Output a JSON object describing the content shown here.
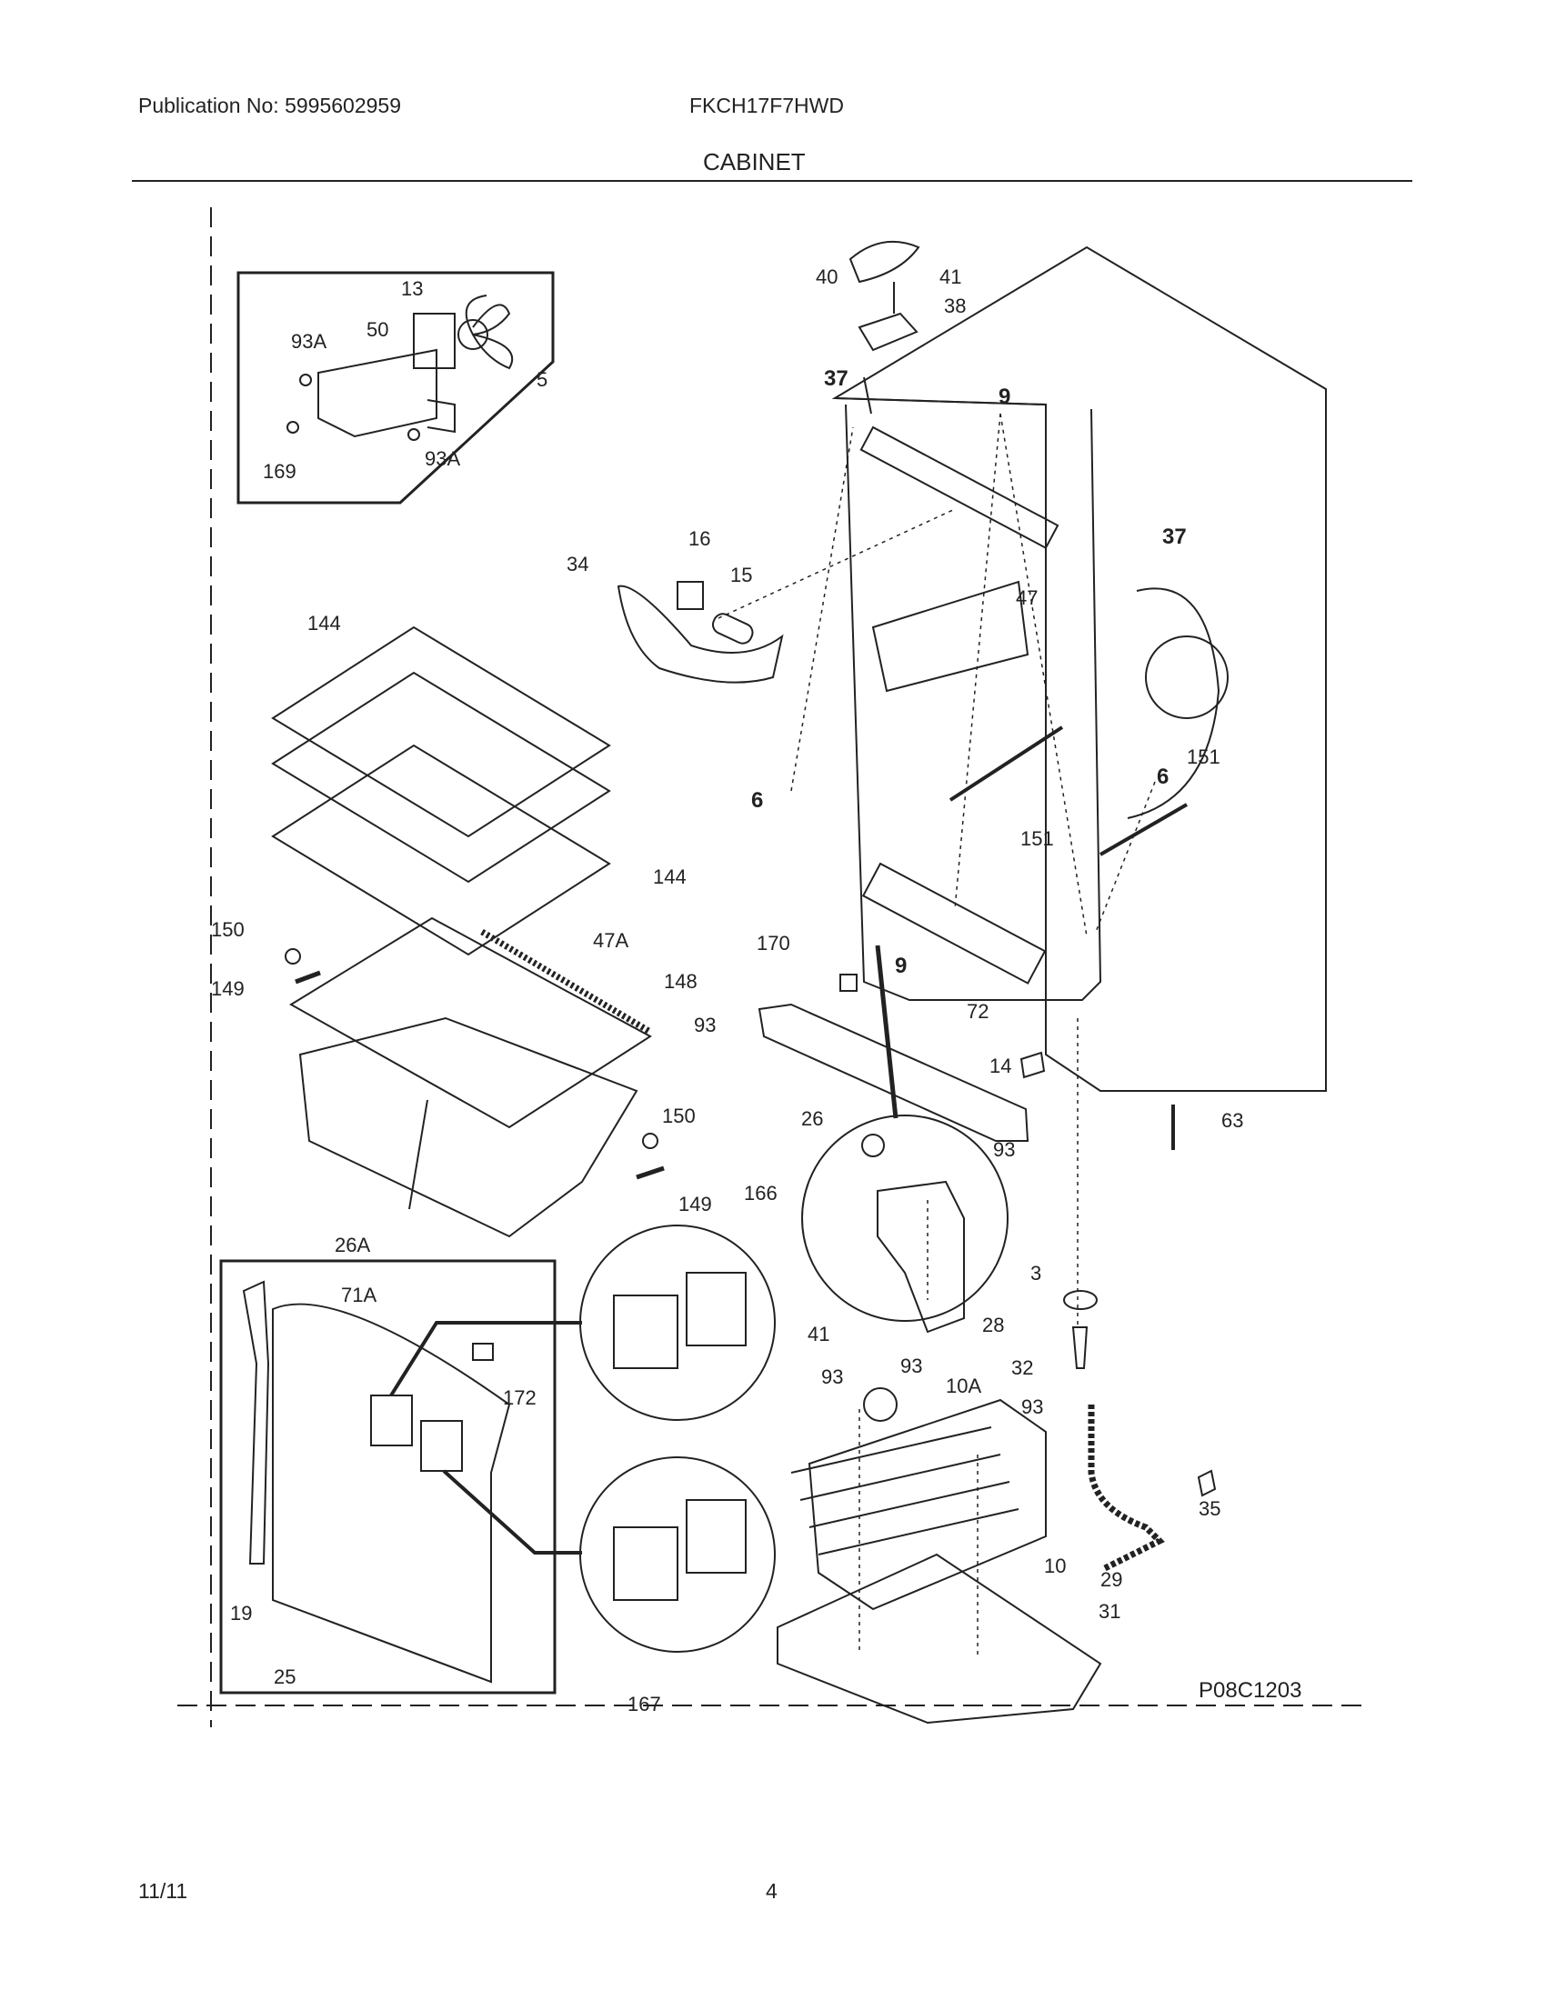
{
  "header": {
    "publication": "Publication No: 5995602959",
    "model": "FKCH17F7HWD",
    "section_title": "CABINET"
  },
  "diagram_code": "P08C1203",
  "part_labels": {
    "p40": "40",
    "p41_top": "41",
    "p38": "38",
    "p37_left": "37",
    "p37_right": "37",
    "p9_top": "9",
    "p9_bottom": "9",
    "p47": "47",
    "p16": "16",
    "p15": "15",
    "p34": "34",
    "p6_left": "6",
    "p6_right": "6",
    "p151_right": "151",
    "p151_mid": "151",
    "p13": "13",
    "p93A_top": "93A",
    "p50": "50",
    "p5": "5",
    "p169": "169",
    "p93A_bottom": "93A",
    "p144_top": "144",
    "p144_right": "144",
    "p150_left": "150",
    "p149_left": "149",
    "p47A": "47A",
    "p148": "148",
    "p150_right": "150",
    "p149_right": "149",
    "p26A": "26A",
    "p170": "170",
    "p93_a": "93",
    "p72": "72",
    "p14": "14",
    "p63": "63",
    "p26": "26",
    "p93_b": "93",
    "p166": "166",
    "p41_bottom": "41",
    "p28": "28",
    "p3": "3",
    "p32": "32",
    "p71A": "71A",
    "p172": "172",
    "p19": "19",
    "p25": "25",
    "p167": "167",
    "p93_c": "93",
    "p93_d": "93",
    "p10A": "10A",
    "p93_e": "93",
    "p10": "10",
    "p29": "29",
    "p35": "35",
    "p31": "31"
  },
  "footer": {
    "date": "11/11",
    "page": "4"
  }
}
